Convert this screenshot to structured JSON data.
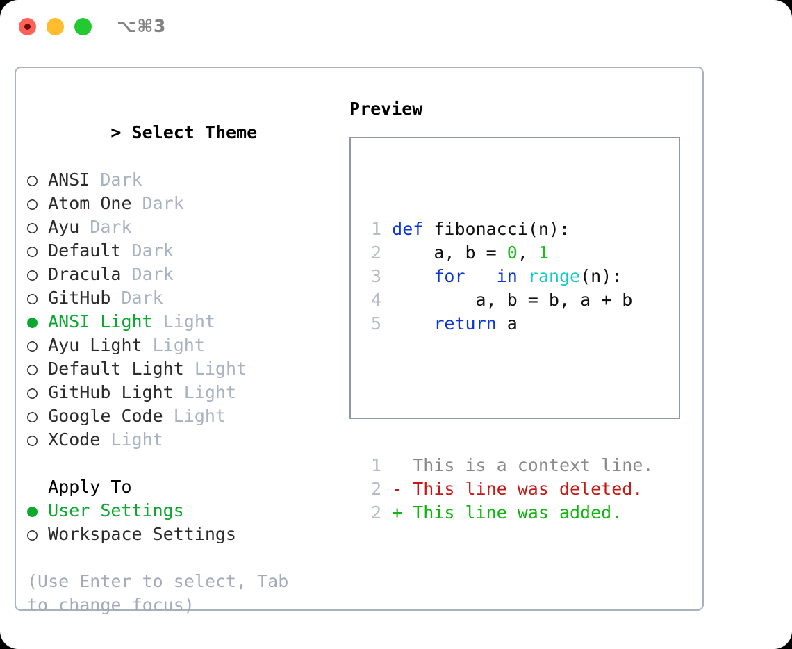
{
  "window": {
    "traffic_lights": [
      "close-light",
      "minimize-light",
      "maximize-light"
    ],
    "shortcut": "⌥⌘3"
  },
  "theme_panel": {
    "heading": "> Select Theme",
    "heading_caret": ">",
    "heading_text": "Select Theme",
    "selected_marker": "●",
    "unselected_marker": "○",
    "accent_color": "#0aa82f",
    "muted_color": "#a9b2c1",
    "items": [
      {
        "marker": "○",
        "name": "ANSI",
        "variant": "Dark",
        "selected": false
      },
      {
        "marker": "○",
        "name": "Atom One",
        "variant": "Dark",
        "selected": false
      },
      {
        "marker": "○",
        "name": "Ayu",
        "variant": "Dark",
        "selected": false
      },
      {
        "marker": "○",
        "name": "Default",
        "variant": "Dark",
        "selected": false
      },
      {
        "marker": "○",
        "name": "Dracula",
        "variant": "Dark",
        "selected": false
      },
      {
        "marker": "○",
        "name": "GitHub",
        "variant": "Dark",
        "selected": false
      },
      {
        "marker": "●",
        "name": "ANSI Light",
        "variant": "Light",
        "selected": true
      },
      {
        "marker": "○",
        "name": "Ayu Light",
        "variant": "Light",
        "selected": false
      },
      {
        "marker": "○",
        "name": "Default Light",
        "variant": "Light",
        "selected": false
      },
      {
        "marker": "○",
        "name": "GitHub Light",
        "variant": "Light",
        "selected": false
      },
      {
        "marker": "○",
        "name": "Google Code",
        "variant": "Light",
        "selected": false
      },
      {
        "marker": "○",
        "name": "XCode",
        "variant": "Light",
        "selected": false
      }
    ]
  },
  "apply_to": {
    "label": "Apply To",
    "items": [
      {
        "marker": "●",
        "name": "User Settings",
        "selected": true
      },
      {
        "marker": "○",
        "name": "Workspace Settings",
        "selected": false
      }
    ]
  },
  "hint": "(Use Enter to select, Tab to change focus)",
  "preview": {
    "title": "Preview",
    "code_lines": [
      {
        "number": "1",
        "tokens": [
          {
            "text": "def",
            "kind": "kw"
          },
          {
            "text": " ",
            "kind": "pl"
          },
          {
            "text": "fibonacci",
            "kind": "id"
          },
          {
            "text": "(n):",
            "kind": "pl"
          }
        ]
      },
      {
        "number": "2",
        "tokens": [
          {
            "text": "    a, b = ",
            "kind": "pl"
          },
          {
            "text": "0",
            "kind": "num"
          },
          {
            "text": ", ",
            "kind": "pl"
          },
          {
            "text": "1",
            "kind": "num"
          }
        ]
      },
      {
        "number": "3",
        "tokens": [
          {
            "text": "    ",
            "kind": "pl"
          },
          {
            "text": "for",
            "kind": "kw"
          },
          {
            "text": " _ ",
            "kind": "pl"
          },
          {
            "text": "in",
            "kind": "kw"
          },
          {
            "text": " ",
            "kind": "pl"
          },
          {
            "text": "range",
            "kind": "bi"
          },
          {
            "text": "(n):",
            "kind": "pl"
          }
        ]
      },
      {
        "number": "4",
        "tokens": [
          {
            "text": "        a, b = b, a + b",
            "kind": "pl"
          }
        ]
      },
      {
        "number": "5",
        "tokens": [
          {
            "text": "    ",
            "kind": "pl"
          },
          {
            "text": "return",
            "kind": "kw"
          },
          {
            "text": " a",
            "kind": "pl"
          }
        ]
      }
    ],
    "diff_lines": [
      {
        "number": "1",
        "marker": " ",
        "text": "This is a context line.",
        "kind": "ctx"
      },
      {
        "number": "2",
        "marker": "-",
        "text": "This line was deleted.",
        "kind": "del"
      },
      {
        "number": "2",
        "marker": "+",
        "text": "This line was added.",
        "kind": "add"
      }
    ]
  }
}
